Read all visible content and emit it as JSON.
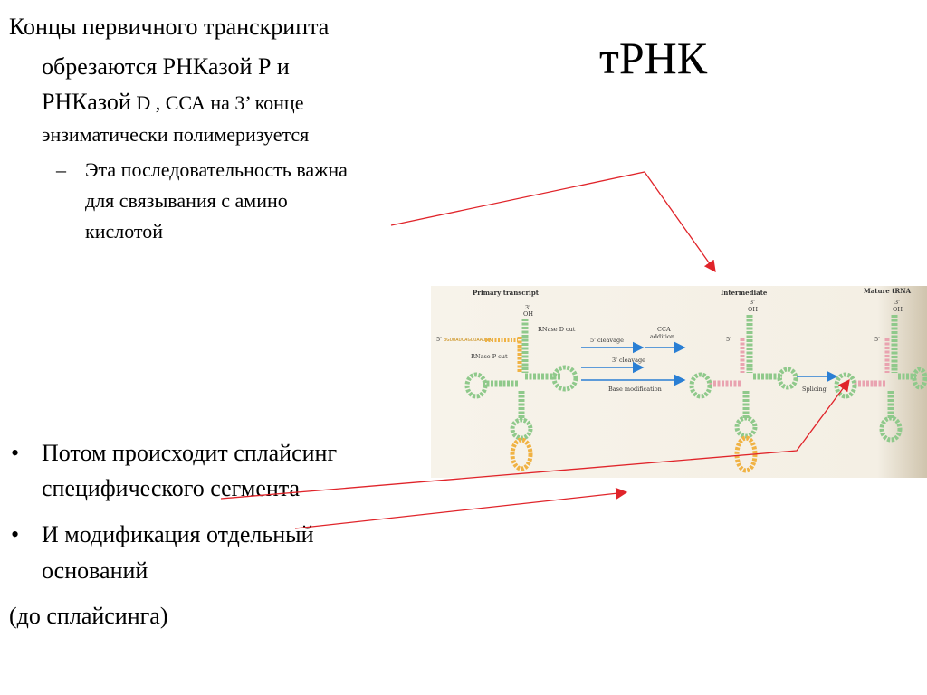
{
  "slide": {
    "title": "тРНК",
    "block1": {
      "line1": "Концы первичного транскрипта",
      "line2": "обрезаются РНКазой Р и",
      "line3_a": "РНКазой",
      "line3_b": " D , ССА на 3’ конце",
      "line4": "энзиматически полимеризуется"
    },
    "sub_bullet": {
      "dash": "–",
      "line1": "Эта последовательность важна",
      "line2": "для связывания с амино",
      "line3": "кислотой"
    },
    "bullets": [
      {
        "symbol": "•",
        "line1": "Потом происходит сплайсинг",
        "line2": "специфического сегмента"
      },
      {
        "symbol": "•",
        "line1": "И модификация отдельный",
        "line2": "оснований"
      }
    ],
    "footnote": "(до сплайсинга)"
  },
  "diagram": {
    "headers": {
      "primary": "Primary transcript",
      "intermediate": "Intermediate",
      "mature": "Mature tRNA"
    },
    "labels": {
      "three_prime": "3'",
      "oh": "OH",
      "five_prime": "5'",
      "leader": "pGUUAUCAGUUAAUNA",
      "rnase_d": "RNase D cut",
      "rnase_p": "RNase P cut",
      "five_cleavage": "5' cleavage",
      "three_cleavage": "3' cleavage",
      "cca": "CCA",
      "addition": "addition",
      "base_mod": "Base modification",
      "splicing": "Splicing"
    },
    "colors": {
      "arrow_blue": "#2a7fd4",
      "stem_green": "#8fc98b",
      "stem_orange": "#f0b243",
      "stem_pink": "#e9a3b0",
      "annotation_red": "#e0242a"
    }
  }
}
